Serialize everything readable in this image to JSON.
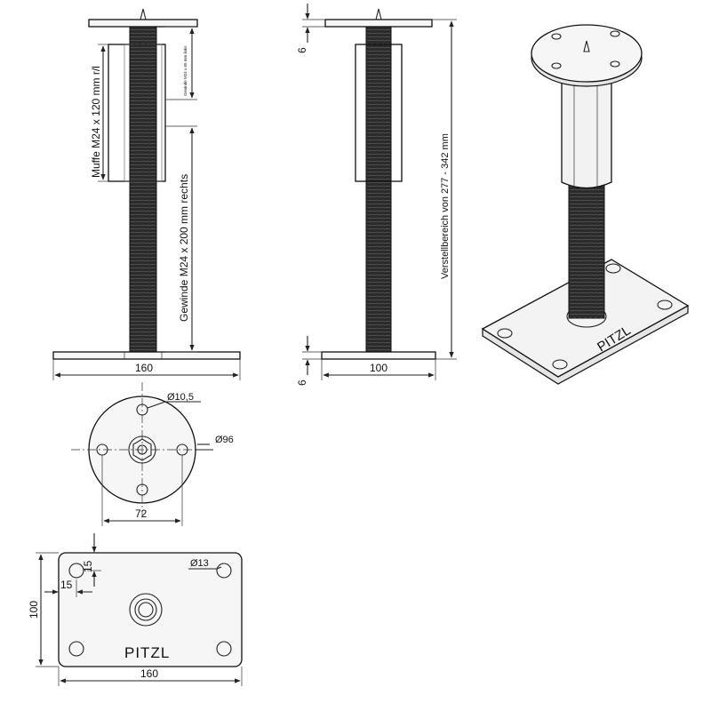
{
  "drawing": {
    "front_view": {
      "muffe_label": "Muffe M24 x 120 mm r/l",
      "gewinde_label": "Gewinde M24 x 200 mm rechts",
      "small_note": "Gewinde M24 x 65 mm links",
      "width_label": "160"
    },
    "side_view": {
      "top_plate_thickness": "6",
      "bottom_plate_thickness": "6",
      "range_label": "Verstellbereich von 277 - 342 mm",
      "width_label": "100"
    },
    "top_view": {
      "hole_label": "Ø10,5",
      "diameter_label": "Ø96",
      "pitch_label": "72"
    },
    "base_view": {
      "offset_y_label": "15",
      "offset_x_label": "15",
      "hole_label": "Ø13",
      "height_label": "100",
      "width_label": "160",
      "brand": "PITZL"
    },
    "iso_view": {
      "brand": "PITZL"
    }
  }
}
